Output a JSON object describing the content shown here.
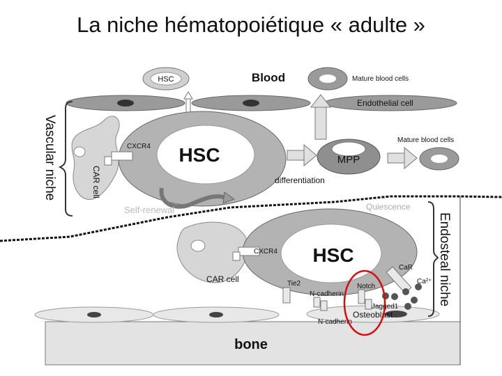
{
  "slide": {
    "title": "La niche hématopoiétique « adulte »"
  },
  "diagram": {
    "niche_labels": {
      "vascular": "Vascular niche",
      "endosteal": "Endosteal niche"
    },
    "top": {
      "hsc_small": "HSC",
      "blood": "Blood",
      "mature_blood_cells_top": "Mature blood cells",
      "endothelial_cell": "Endothelial cell",
      "cxcr4": "CXCR4",
      "hsc_main": "HSC",
      "car_cell": "CAR cell",
      "mpp": "MPP",
      "mature_blood_cells_right": "Mature blood cells",
      "differentiation": "differentiation",
      "self_renewal": "Self-renewal"
    },
    "bottom": {
      "quiescence": "Quiescence",
      "cxcr4": "CXCR4",
      "hsc_main": "HSC",
      "car_cell": "CAR cell",
      "tie2": "Tie2",
      "n_cadherin": "N-cadherin",
      "notch": "Notch",
      "car": "CaR",
      "ca2": "Ca²⁺",
      "jagged1": "Jagged1",
      "osteoblast": "Osteoblast",
      "n_cadherin_2": "N-cadherin",
      "bone": "bone"
    },
    "colors": {
      "highlight": "#d01010",
      "cell_gray": "#9a9a9a",
      "light_gray": "#cfcfcf",
      "bone": "#e3e3e3"
    }
  }
}
